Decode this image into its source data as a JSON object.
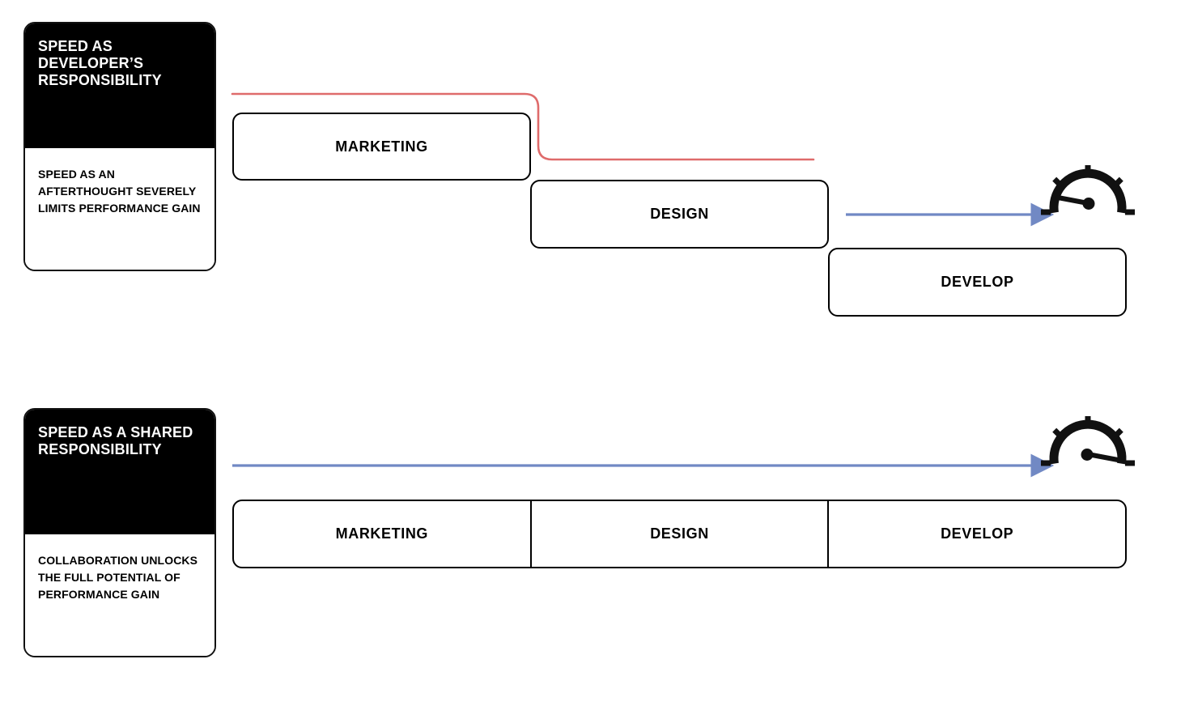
{
  "diagram": {
    "title_hidden": "",
    "colors": {
      "ink": "#000000",
      "card_head_bg": "#000000",
      "card_head_text": "#ffffff",
      "red_path": "#df6b6b",
      "blue_arrow": "#7189c4",
      "background": "#ffffff"
    }
  },
  "sections": [
    {
      "id": "developer-responsibility",
      "card": {
        "heading": "SPEED AS DEVELOPER’S RESPONSIBILITY",
        "body": "SPEED AS AN AFTERTHOUGHT SEVERELY LIMITS PERFORMANCE GAIN"
      },
      "stages": [
        {
          "label": "MARKETING"
        },
        {
          "label": "DESIGN"
        },
        {
          "label": "DEVELOP"
        }
      ],
      "connector": {
        "red_path_name": "red-step-down-path",
        "blue_arrow_name": "blue-arrow-short"
      },
      "gauge": {
        "name": "speedometer-low",
        "needle": "low",
        "ticks": 5
      }
    },
    {
      "id": "shared-responsibility",
      "card": {
        "heading": "SPEED AS A SHARED RESPONSIBILITY",
        "body": "COLLABORATION UNLOCKS THE FULL POTENTIAL OF PERFORMANCE GAIN"
      },
      "stages": [
        {
          "label": "MARKETING"
        },
        {
          "label": "DESIGN"
        },
        {
          "label": "DEVELOP"
        }
      ],
      "connector": {
        "blue_arrow_name": "blue-arrow-long"
      },
      "gauge": {
        "name": "speedometer-high",
        "needle": "high",
        "ticks": 5
      }
    }
  ]
}
